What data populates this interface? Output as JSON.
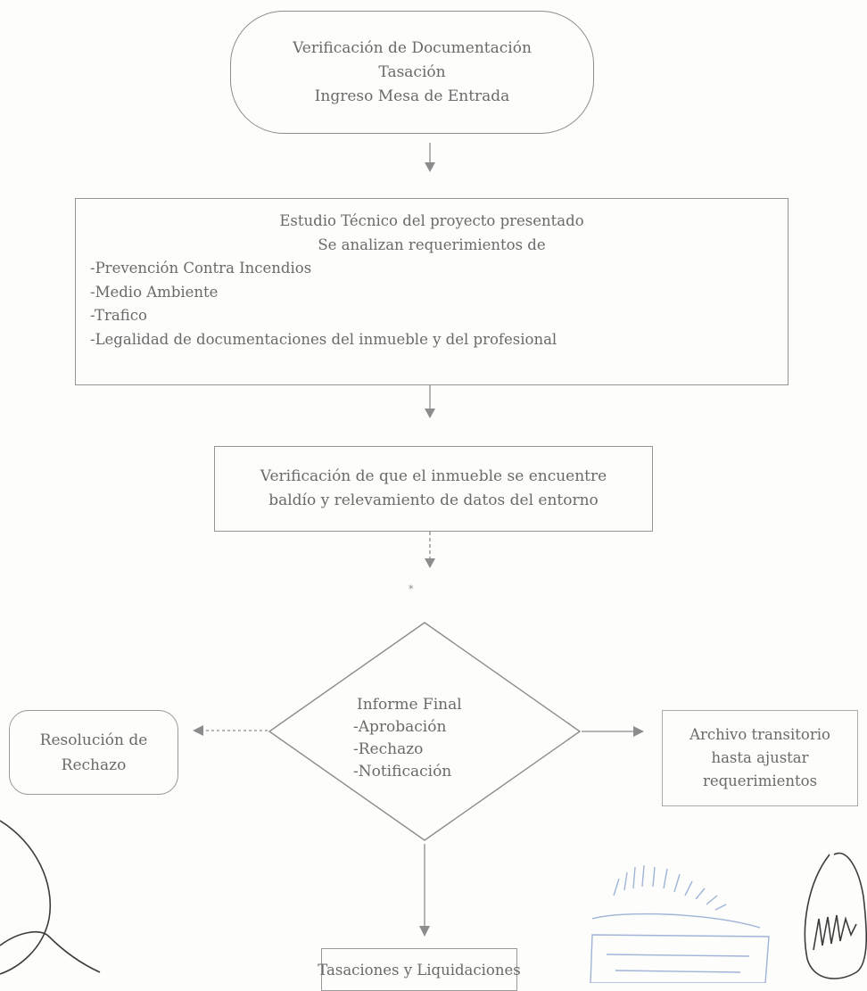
{
  "start": {
    "lines": [
      "Verificación de Documentación",
      "Tasación",
      "Ingreso Mesa de Entrada"
    ]
  },
  "study": {
    "heading": [
      "Estudio Técnico del proyecto presentado",
      "Se analizan requerimientos de"
    ],
    "items": [
      "-Prevención Contra Incendios",
      "-Medio Ambiente",
      "-Trafico",
      "-Legalidad de documentaciones del inmueble y del profesional"
    ]
  },
  "verification": {
    "lines": [
      "Verificación de que el inmueble se encuentre",
      "baldío y relevamiento de datos del entorno"
    ]
  },
  "decision": {
    "title": "Informe Final",
    "items": [
      "-Aprobación",
      "-Rechazo",
      "-Notificación"
    ]
  },
  "reject": {
    "lines": [
      "Resolución de",
      "Rechazo"
    ]
  },
  "archive": {
    "lines": [
      "Archivo transitorio",
      "hasta ajustar",
      "requerimientos"
    ]
  },
  "final_step": {
    "label": "Tasaciones y Liquidaciones"
  },
  "colors": {
    "line": "#8c8c8c",
    "stamp": "#9fb4d8",
    "ink": "#3c3c3c"
  }
}
